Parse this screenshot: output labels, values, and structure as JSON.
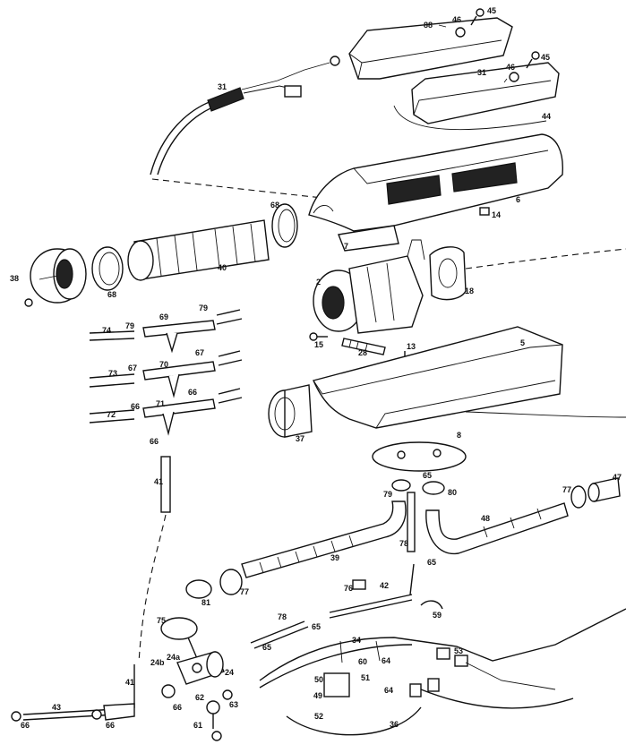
{
  "labels": {
    "p88": "88",
    "p46a": "46",
    "p45a": "45",
    "p31a": "31",
    "p46b": "46",
    "p45b": "45",
    "p44": "44",
    "p31b": "31",
    "p68a": "68",
    "p6": "6",
    "p14": "14",
    "p7": "7",
    "p38": "38",
    "p68b": "68",
    "p40": "40",
    "p2": "2",
    "p18": "18",
    "p15": "15",
    "p28": "28",
    "p13": "13",
    "p5": "5",
    "p74": "74",
    "p79a": "79",
    "p69": "69",
    "p79b": "79",
    "p73": "73",
    "p67a": "67",
    "p70": "70",
    "p67b": "67",
    "p72": "72",
    "p66a": "66",
    "p71": "71",
    "p66b": "66",
    "p66c": "66",
    "p37": "37",
    "p8": "8",
    "p65a": "65",
    "p79c": "79",
    "p80": "80",
    "p47": "47",
    "p77a": "77",
    "p48": "48",
    "p41a": "41",
    "p39": "39",
    "p78a": "78",
    "p65b": "65",
    "p81": "81",
    "p77b": "77",
    "p76": "76",
    "p42": "42",
    "p59": "59",
    "p75": "75",
    "p78b": "78",
    "p65c": "65",
    "p65d": "65",
    "p34": "34",
    "p53": "53",
    "p24b": "24b",
    "p24a": "24a",
    "p24": "24",
    "p60": "60",
    "p64a": "64",
    "p50": "50",
    "p51": "51",
    "p49": "49",
    "p41b": "41",
    "p66d": "66",
    "p62": "62",
    "p63": "63",
    "p52": "52",
    "p64b": "64",
    "p43": "43",
    "p66e": "66",
    "p66f": "66",
    "p61": "61",
    "p36": "36"
  }
}
